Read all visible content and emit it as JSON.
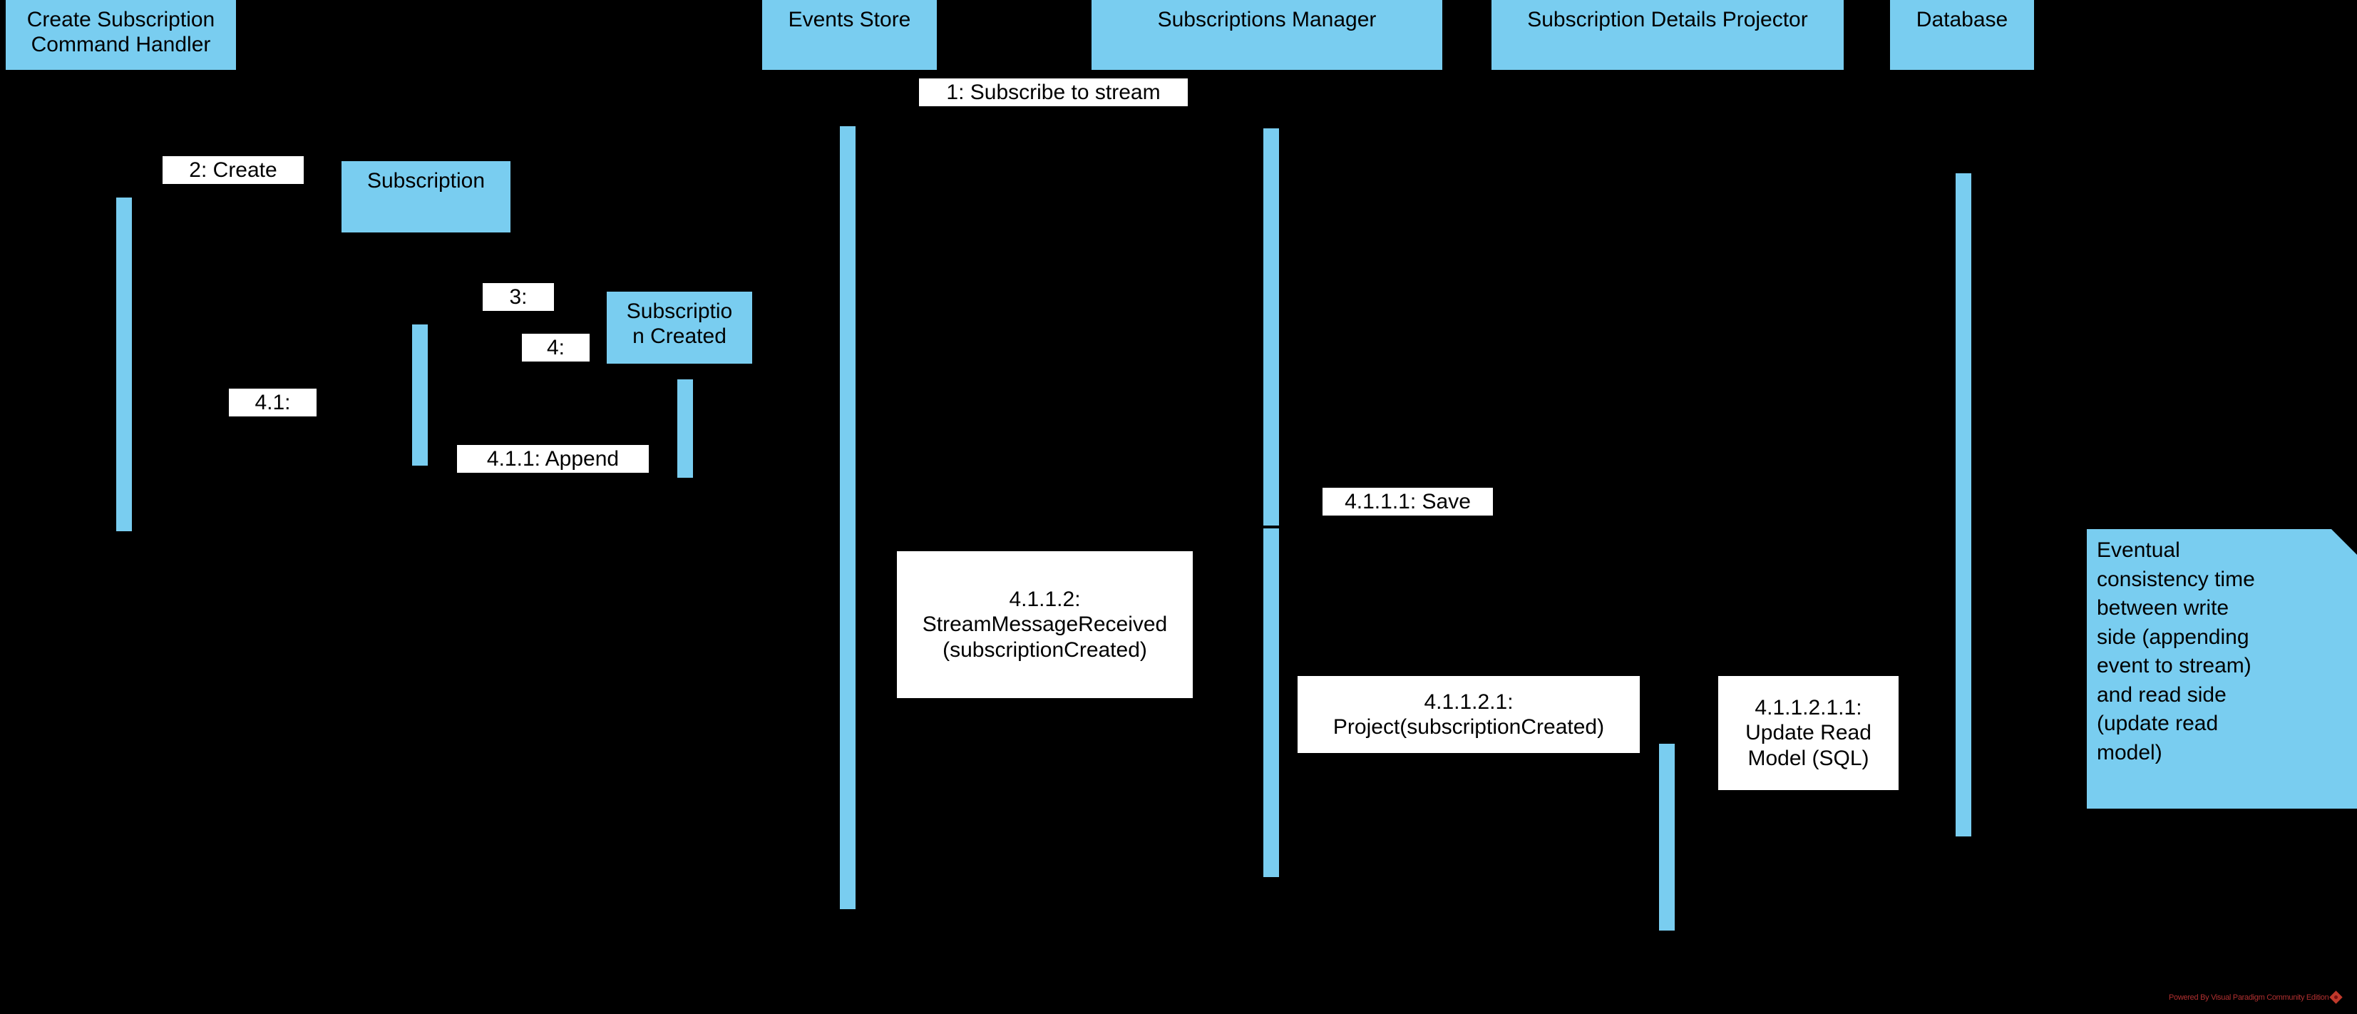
{
  "diagram": {
    "type": "uml-sequence-diagram",
    "background_color": "#000000",
    "accent_color": "#79CDF0",
    "label_background": "#FFFFFF",
    "text_color": "#000000"
  },
  "lifelines": [
    {
      "id": "create-subscription-command-handler",
      "label": "Create Subscription Command Handler"
    },
    {
      "id": "events-store",
      "label": "Events Store"
    },
    {
      "id": "subscriptions-manager",
      "label": "Subscriptions Manager"
    },
    {
      "id": "subscription-details-projector",
      "label": "Subscription Details Projector"
    },
    {
      "id": "database",
      "label": "Database"
    }
  ],
  "created_objects": [
    {
      "id": "subscription",
      "label": "Subscription"
    },
    {
      "id": "subscription-created",
      "label": "Subscriptio\nn Created"
    }
  ],
  "messages": [
    {
      "id": "m1",
      "label": "1: Subscribe to stream"
    },
    {
      "id": "m2",
      "label": "2: Create"
    },
    {
      "id": "m3",
      "label": "3:"
    },
    {
      "id": "m4",
      "label": "4:"
    },
    {
      "id": "m41",
      "label": "4.1:"
    },
    {
      "id": "m411",
      "label": "4.1.1: Append"
    },
    {
      "id": "m4111",
      "label": "4.1.1.1: Save"
    },
    {
      "id": "m4112",
      "label": "4.1.1.2:\nStreamMessageReceived\n(subscriptionCreated)"
    },
    {
      "id": "m41121",
      "label": "4.1.1.2.1:\nProject(subscriptionCreated)"
    },
    {
      "id": "m411211",
      "label": "4.1.1.2.1.1:\nUpdate Read\nModel (SQL)"
    }
  ],
  "note": {
    "id": "eventual-consistency-note",
    "text": "Eventual\nconsistency time\nbetween write\nside (appending\nevent to stream)\nand read side\n(update read\nmodel)"
  },
  "watermark": {
    "text": "Powered By Visual Paradigm Community Edition",
    "logo": "visual-paradigm-diamond-icon"
  }
}
